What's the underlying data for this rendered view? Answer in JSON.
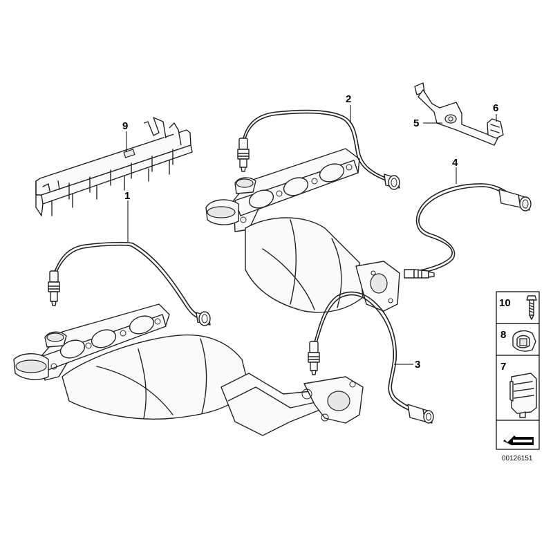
{
  "callouts": {
    "c1": "1",
    "c2": "2",
    "c3": "3",
    "c4": "4",
    "c5": "5",
    "c6": "6",
    "c7": "7",
    "c8": "8",
    "c9": "9",
    "c10": "10"
  },
  "drawing_number": "00126151"
}
